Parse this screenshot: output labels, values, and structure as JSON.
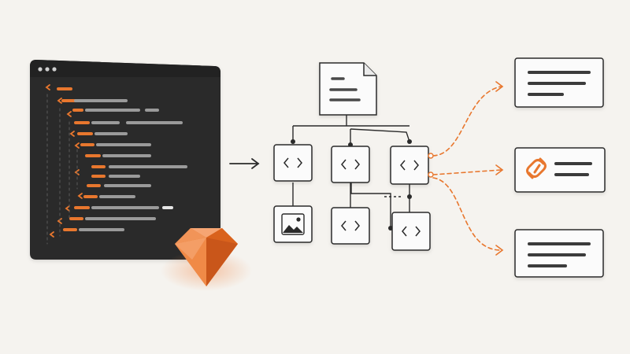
{
  "colors": {
    "background": "#f5f3ef",
    "editor_bg": "#2a2a2a",
    "editor_titlebar": "#232323",
    "accent": "#e8772e",
    "code_gray": "#9a9a9a",
    "ink": "#2b2b2b",
    "card": "#ffffff",
    "card_shadow": "#dcd9d3"
  },
  "icons": {
    "editor": "code-editor-window-icon",
    "arrow": "right-arrow-icon",
    "document": "document-icon",
    "tag": "code-tag-icon",
    "image": "image-icon",
    "link": "link-chain-icon",
    "gem": "ruby-gem-icon",
    "text_card": "text-lines-card-icon"
  },
  "tree": {
    "root": "document",
    "nodes": [
      "tag",
      "tag",
      "tag",
      "image",
      "tag",
      "tag"
    ]
  },
  "outputs": [
    "text-card",
    "link-card",
    "text-card"
  ]
}
